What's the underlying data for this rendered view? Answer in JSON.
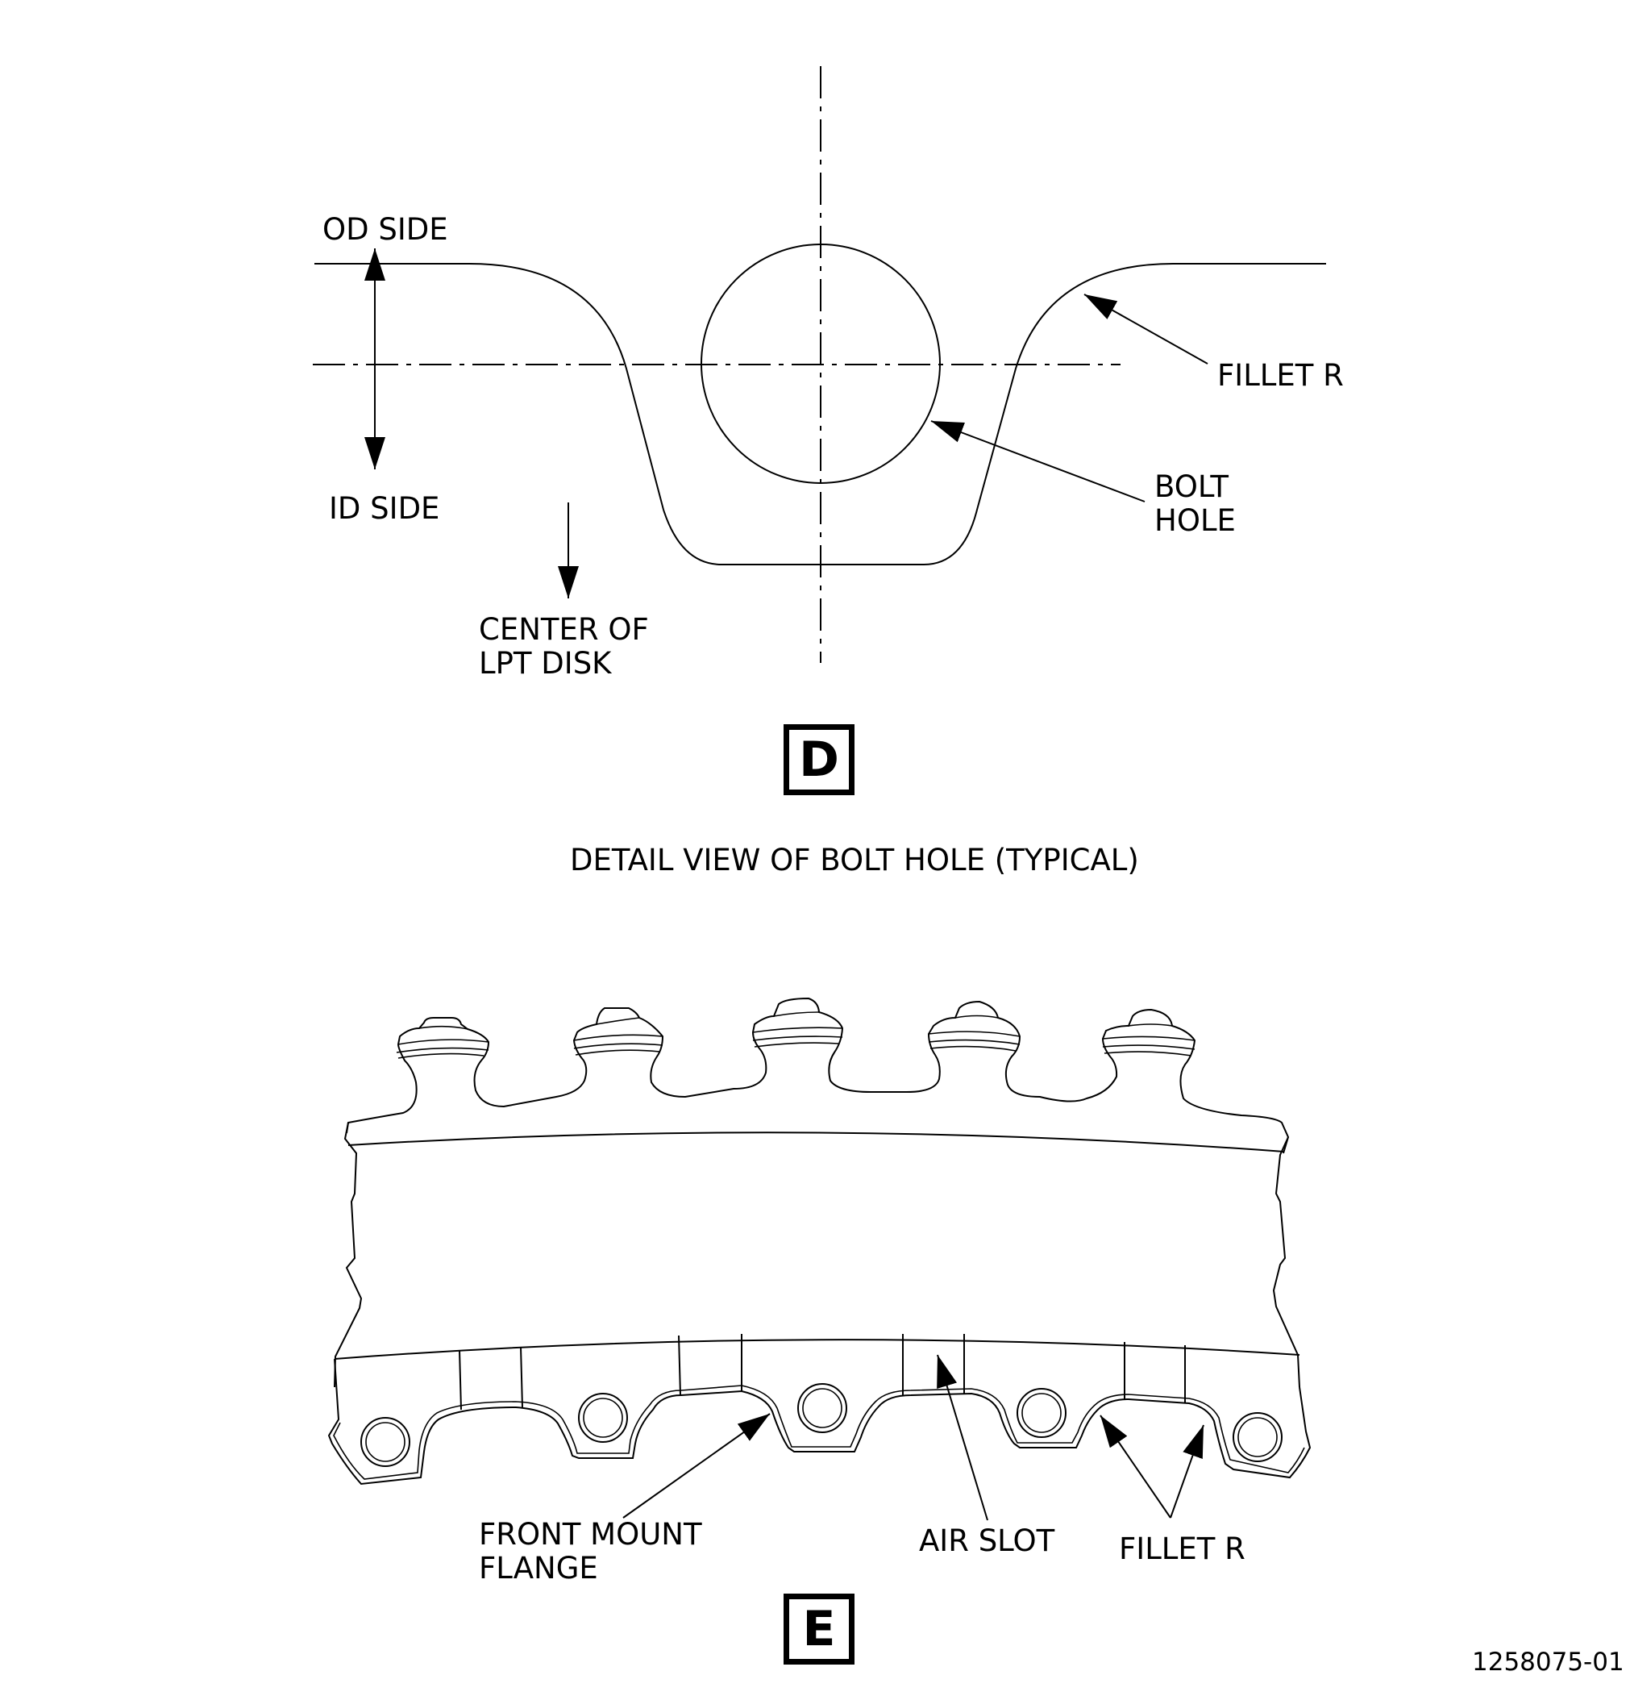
{
  "detail_d": {
    "od_side": "OD SIDE",
    "id_side": "ID SIDE",
    "center_of_lpt_disk": [
      "CENTER OF",
      "LPT DISK"
    ],
    "fillet_r": "FILLET R",
    "bolt_hole": [
      "BOLT",
      "HOLE"
    ],
    "view_letter": "D",
    "caption": "DETAIL VIEW OF BOLT HOLE (TYPICAL)"
  },
  "detail_e": {
    "front_mount_flange": [
      "FRONT MOUNT",
      "FLANGE"
    ],
    "air_slot": "AIR SLOT",
    "fillet_r": "FILLET R",
    "view_letter": "E"
  },
  "figure_id": "1258075-01"
}
